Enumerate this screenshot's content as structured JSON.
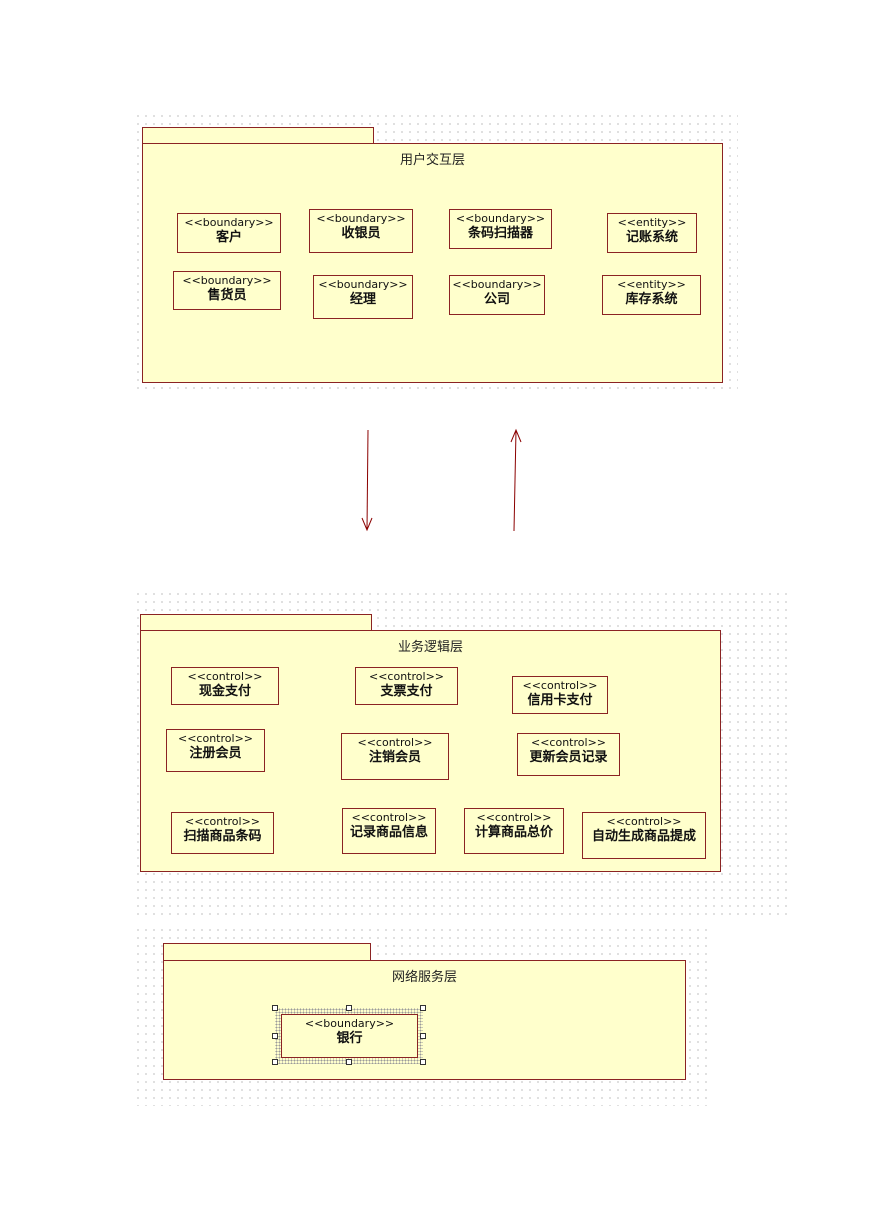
{
  "packages": [
    {
      "id": "ui",
      "title": "用户交互层",
      "classes": [
        {
          "stereotype": "<<boundary>>",
          "name": "客户"
        },
        {
          "stereotype": "<<boundary>>",
          "name": "收银员"
        },
        {
          "stereotype": "<<boundary>>",
          "name": "条码扫描器"
        },
        {
          "stereotype": "<<entity>>",
          "name": "记账系统"
        },
        {
          "stereotype": "<<boundary>>",
          "name": "售货员"
        },
        {
          "stereotype": "<<boundary>>",
          "name": "经理"
        },
        {
          "stereotype": "<<boundary>>",
          "name": "公司"
        },
        {
          "stereotype": "<<entity>>",
          "name": "库存系统"
        }
      ]
    },
    {
      "id": "biz",
      "title": "业务逻辑层",
      "classes": [
        {
          "stereotype": "<<control>>",
          "name": "现金支付"
        },
        {
          "stereotype": "<<control>>",
          "name": "支票支付"
        },
        {
          "stereotype": "<<control>>",
          "name": "信用卡支付"
        },
        {
          "stereotype": "<<control>>",
          "name": "注册会员"
        },
        {
          "stereotype": "<<control>>",
          "name": "注销会员"
        },
        {
          "stereotype": "<<control>>",
          "name": "更新会员记录"
        },
        {
          "stereotype": "<<control>>",
          "name": "扫描商品条码"
        },
        {
          "stereotype": "<<control>>",
          "name": "记录商品信息"
        },
        {
          "stereotype": "<<control>>",
          "name": "计算商品总价"
        },
        {
          "stereotype": "<<control>>",
          "name": "自动生成商品提成"
        }
      ]
    },
    {
      "id": "net",
      "title": "网络服务层",
      "classes": [
        {
          "stereotype": "<<boundary>>",
          "name": "银行",
          "selected": true
        }
      ]
    }
  ],
  "dependencies": [
    {
      "from": "用户交互层",
      "to": "业务逻辑层",
      "direction": "down"
    },
    {
      "from": "业务逻辑层",
      "to": "用户交互层",
      "direction": "up"
    }
  ],
  "colors": {
    "fill": "#ffffcc",
    "border": "#8b2323",
    "arrow": "#8b0000"
  }
}
